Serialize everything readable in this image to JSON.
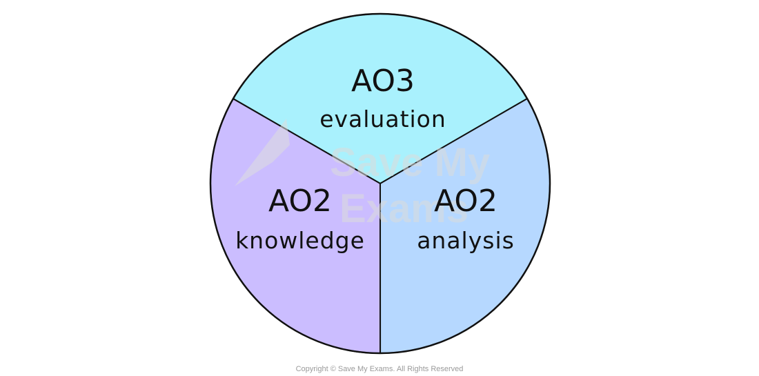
{
  "segments": [
    {
      "id": "top",
      "title": "AO3",
      "subtitle": "evaluation",
      "color": "#a9f1fd",
      "fraction": 0.3333
    },
    {
      "id": "left",
      "title": "AO2",
      "subtitle": "knowledge",
      "color": "#cbbdff",
      "fraction": 0.3333
    },
    {
      "id": "right",
      "title": "AO2",
      "subtitle": "analysis",
      "color": "#b6d8ff",
      "fraction": 0.3333
    }
  ],
  "watermark": {
    "lines": [
      "Save My",
      "Exams"
    ],
    "color": "#e3e3e3"
  },
  "copyright": "Copyright © Save My Exams. All Rights Reserved"
}
